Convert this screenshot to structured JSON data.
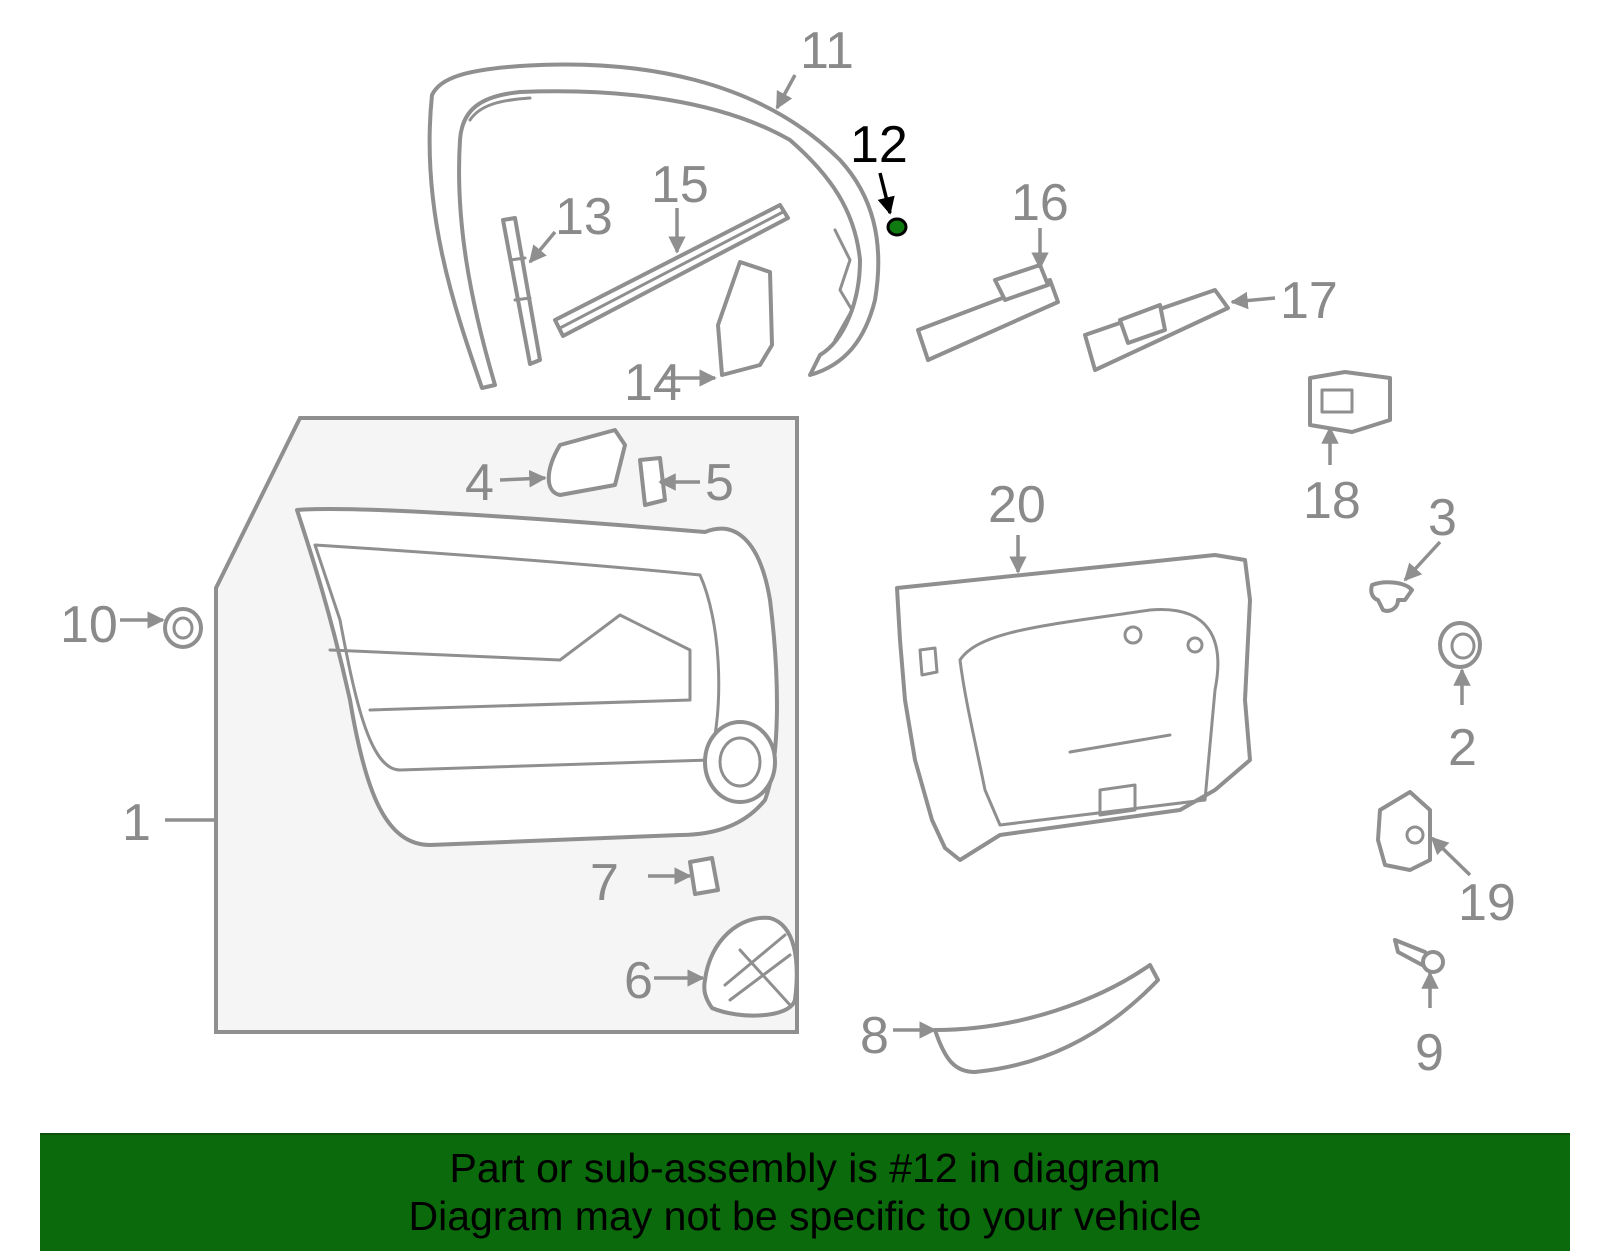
{
  "diagram": {
    "callouts": {
      "c1": "1",
      "c2": "2",
      "c3": "3",
      "c4": "4",
      "c5": "5",
      "c6": "6",
      "c7": "7",
      "c8": "8",
      "c9": "9",
      "c10": "10",
      "c11": "11",
      "c12": "12",
      "c13": "13",
      "c14": "14",
      "c15": "15",
      "c16": "16",
      "c17": "17",
      "c18": "18",
      "c19": "19",
      "c20": "20"
    },
    "highlighted_part": "12",
    "highlight_color": "#000000",
    "highlight_part_fill": "#0f7a0f",
    "line_color": "#8f8f8f",
    "panel_fill": "#f5f5f5"
  },
  "banner": {
    "line1": "Part or sub-assembly is #12 in diagram",
    "line2": "Diagram may not be specific to your vehicle",
    "background": "#0b6a0b"
  }
}
